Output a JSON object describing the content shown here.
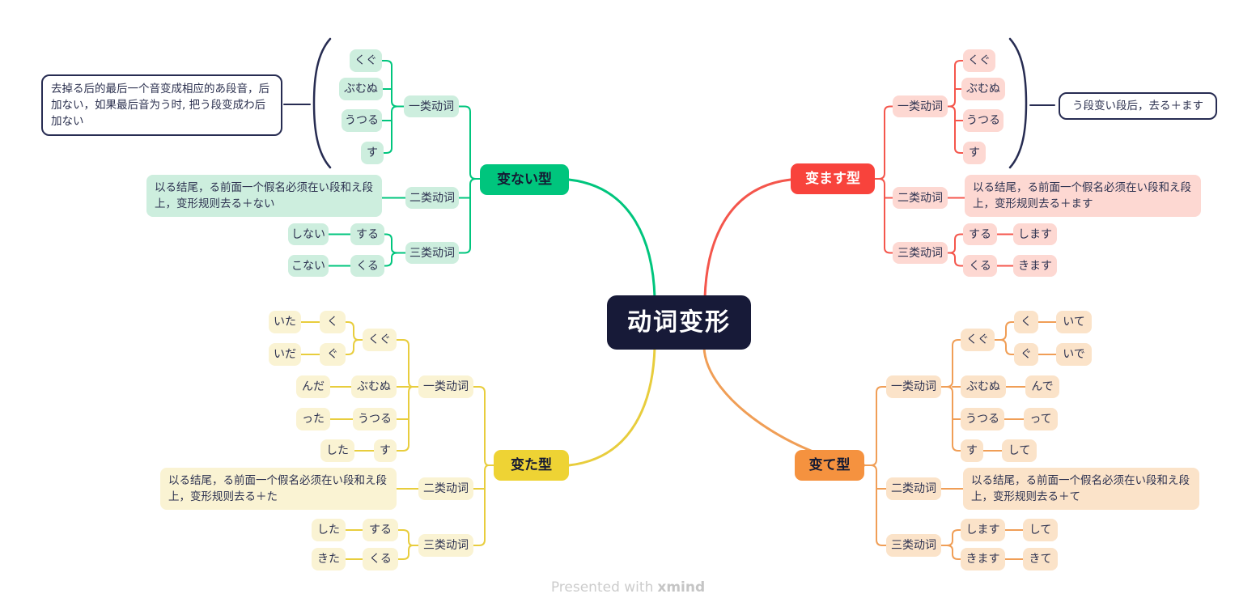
{
  "center_title": "动词变形",
  "types": {
    "t1": "一类动词",
    "t2": "二类动词",
    "t3": "三类动词"
  },
  "nai": {
    "label": "变ない型",
    "note": "去掉る后的最后一个音变成相应的あ段音，后加ない，如果最后音为う时, 把う段变成わ后加ない",
    "endings": [
      "くぐ",
      "ぶむぬ",
      "うつる",
      "す"
    ],
    "type2_rule": "以る结尾，る前面一个假名必须在い段和え段上，变形规则去る＋ない",
    "suru": "する",
    "suru_result": "しない",
    "kuru": "くる",
    "kuru_result": "こない"
  },
  "masu": {
    "label": "变ます型",
    "note": "う段变い段后，去る＋ます",
    "endings": [
      "くぐ",
      "ぶむぬ",
      "うつる",
      "す"
    ],
    "type2_rule": "以る结尾，る前面一个假名必须在い段和え段上，变形规则去る＋ます",
    "suru": "する",
    "suru_result": "します",
    "kuru": "くる",
    "kuru_result": "きます"
  },
  "ta": {
    "label": "变た型",
    "kugu": "くぐ",
    "ku": "く",
    "ku_result": "いた",
    "gu": "ぐ",
    "gu_result": "いだ",
    "bumunu": "ぶむぬ",
    "bumunu_result": "んだ",
    "utsuru": "うつる",
    "utsuru_result": "った",
    "su": "す",
    "su_result": "した",
    "type2_rule": "以る结尾，る前面一个假名必须在い段和え段上，变形规则去る＋た",
    "suru": "する",
    "suru_result": "した",
    "kuru": "くる",
    "kuru_result": "きた"
  },
  "te": {
    "label": "变て型",
    "kugu": "くぐ",
    "ku": "く",
    "ku_result": "いて",
    "gu": "ぐ",
    "gu_result": "いで",
    "bumunu": "ぶむぬ",
    "bumunu_result": "んで",
    "utsuru": "うつる",
    "utsuru_result": "って",
    "su": "す",
    "su_result": "して",
    "type2_rule": "以る结尾，る前面一个假名必须在い段和え段上，变形规则去る＋て",
    "shimasu": "します",
    "shimasu_result": "して",
    "kimasu": "きます",
    "kimasu_result": "きて"
  },
  "footer": {
    "prefix": "Presented with",
    "brand": "xmind"
  },
  "colors": {
    "nai_accent": "#00c57d",
    "masu_accent": "#f8433c",
    "ta_accent": "#eed334",
    "te_accent": "#f5923f",
    "center_bg": "#171a38",
    "ink": "#272c52"
  }
}
